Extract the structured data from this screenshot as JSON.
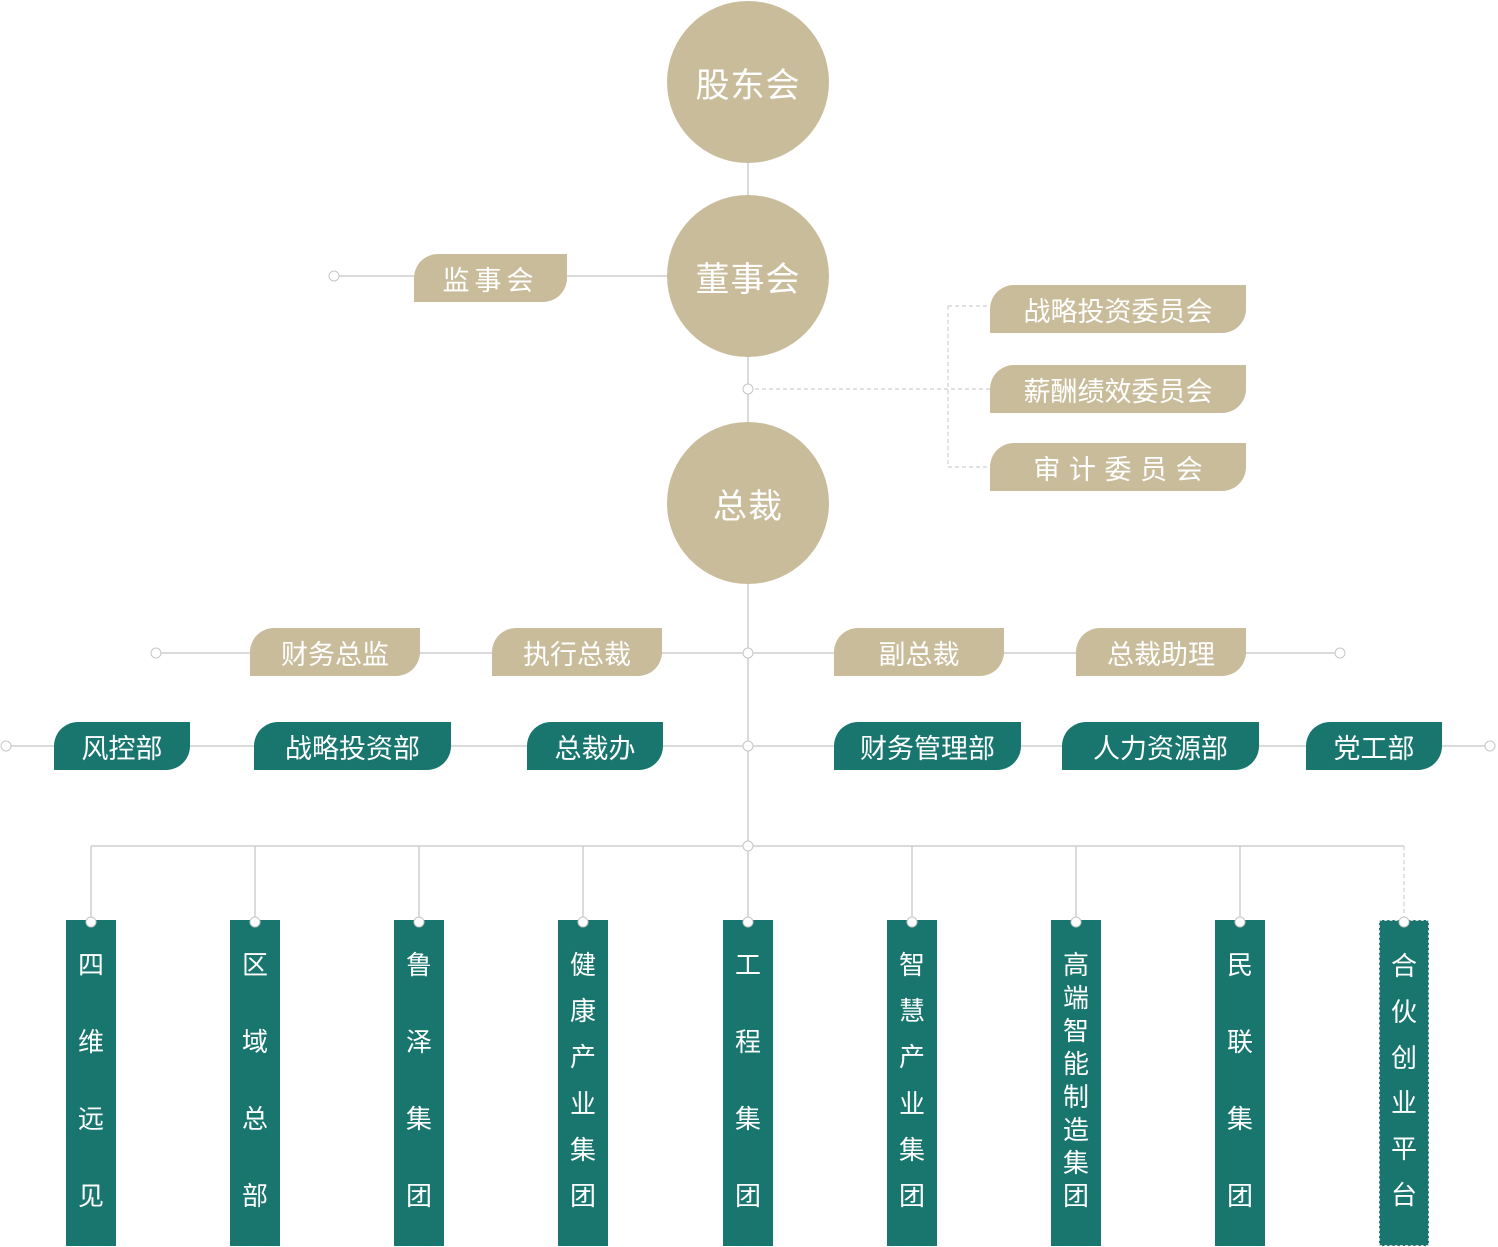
{
  "colors": {
    "tan": "#c9bc9b",
    "green": "#18766f",
    "line": "#cfcfcf"
  },
  "top": {
    "shareholders": "股东会",
    "board": "董事会",
    "supervisors": "监事会",
    "president": "总裁"
  },
  "committees": [
    "战略投资委员会",
    "薪酬绩效委员会",
    "审 计 委 员 会"
  ],
  "executives": [
    "财务总监",
    "执行总裁",
    "副总裁",
    "总裁助理"
  ],
  "departments": [
    "风控部",
    "战略投资部",
    "总裁办",
    "财务管理部",
    "人力资源部",
    "党工部"
  ],
  "groups": [
    [
      "四",
      "维",
      "远",
      "见"
    ],
    [
      "区",
      "域",
      "总",
      "部"
    ],
    [
      "鲁",
      "泽",
      "集",
      "团"
    ],
    [
      "健",
      "康",
      "产",
      "业",
      "集",
      "团"
    ],
    [
      "工",
      "程",
      "集",
      "团"
    ],
    [
      "智",
      "慧",
      "产",
      "业",
      "集",
      "团"
    ],
    [
      "高",
      "端",
      "智",
      "能",
      "制",
      "造",
      "集",
      "团"
    ],
    [
      "民",
      "联",
      "集",
      "团"
    ],
    [
      "合",
      "伙",
      "创",
      "业",
      "平",
      "台"
    ]
  ]
}
